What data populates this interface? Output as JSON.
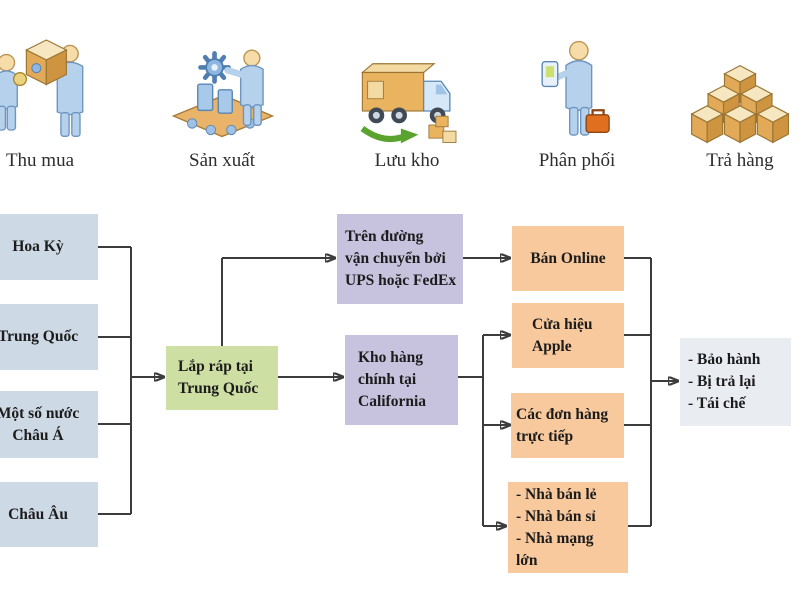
{
  "stages": [
    {
      "name": "procurement",
      "label": "Thu mua"
    },
    {
      "name": "production",
      "label": "Sản xuất"
    },
    {
      "name": "warehousing",
      "label": "Lưu kho"
    },
    {
      "name": "distribution",
      "label": "Phân phối"
    },
    {
      "name": "returns",
      "label": "Trả hàng"
    }
  ],
  "diagram": {
    "sources": [
      {
        "label": "Hoa Kỳ"
      },
      {
        "label": "Trung Quốc"
      },
      {
        "lines": [
          "Một số nước",
          "Châu Á"
        ]
      },
      {
        "label": "Châu Âu"
      }
    ],
    "assembly": {
      "lines": [
        "Lắp ráp tại",
        "Trung Quốc"
      ]
    },
    "transit": {
      "lines": [
        "Trên đường",
        "vận chuyển bởi",
        "UPS hoặc FedEx"
      ]
    },
    "warehouse": {
      "lines": [
        "Kho hàng",
        "chính tại",
        "California"
      ]
    },
    "channels": [
      {
        "label": "Bán Online"
      },
      {
        "lines": [
          "Cửa hiệu",
          "Apple"
        ]
      },
      {
        "lines": [
          "Các đơn hàng",
          "trực tiếp"
        ]
      },
      {
        "lines": [
          "- Nhà bán lẻ",
          "- Nhà bán sỉ",
          "- Nhà mạng",
          "lớn"
        ]
      }
    ],
    "returns": {
      "lines": [
        "- Bảo hành",
        "- Bị trả lại",
        "- Tái chế"
      ]
    }
  },
  "colors": {
    "source_box": "#cdd9e4",
    "assembly_box": "#cddfa3",
    "logistics_box": "#c7c3de",
    "channel_box": "#f9c99e",
    "returns_box": "#e9edf2",
    "connector": "#3c3c3c",
    "text": "#1c1c1c"
  }
}
